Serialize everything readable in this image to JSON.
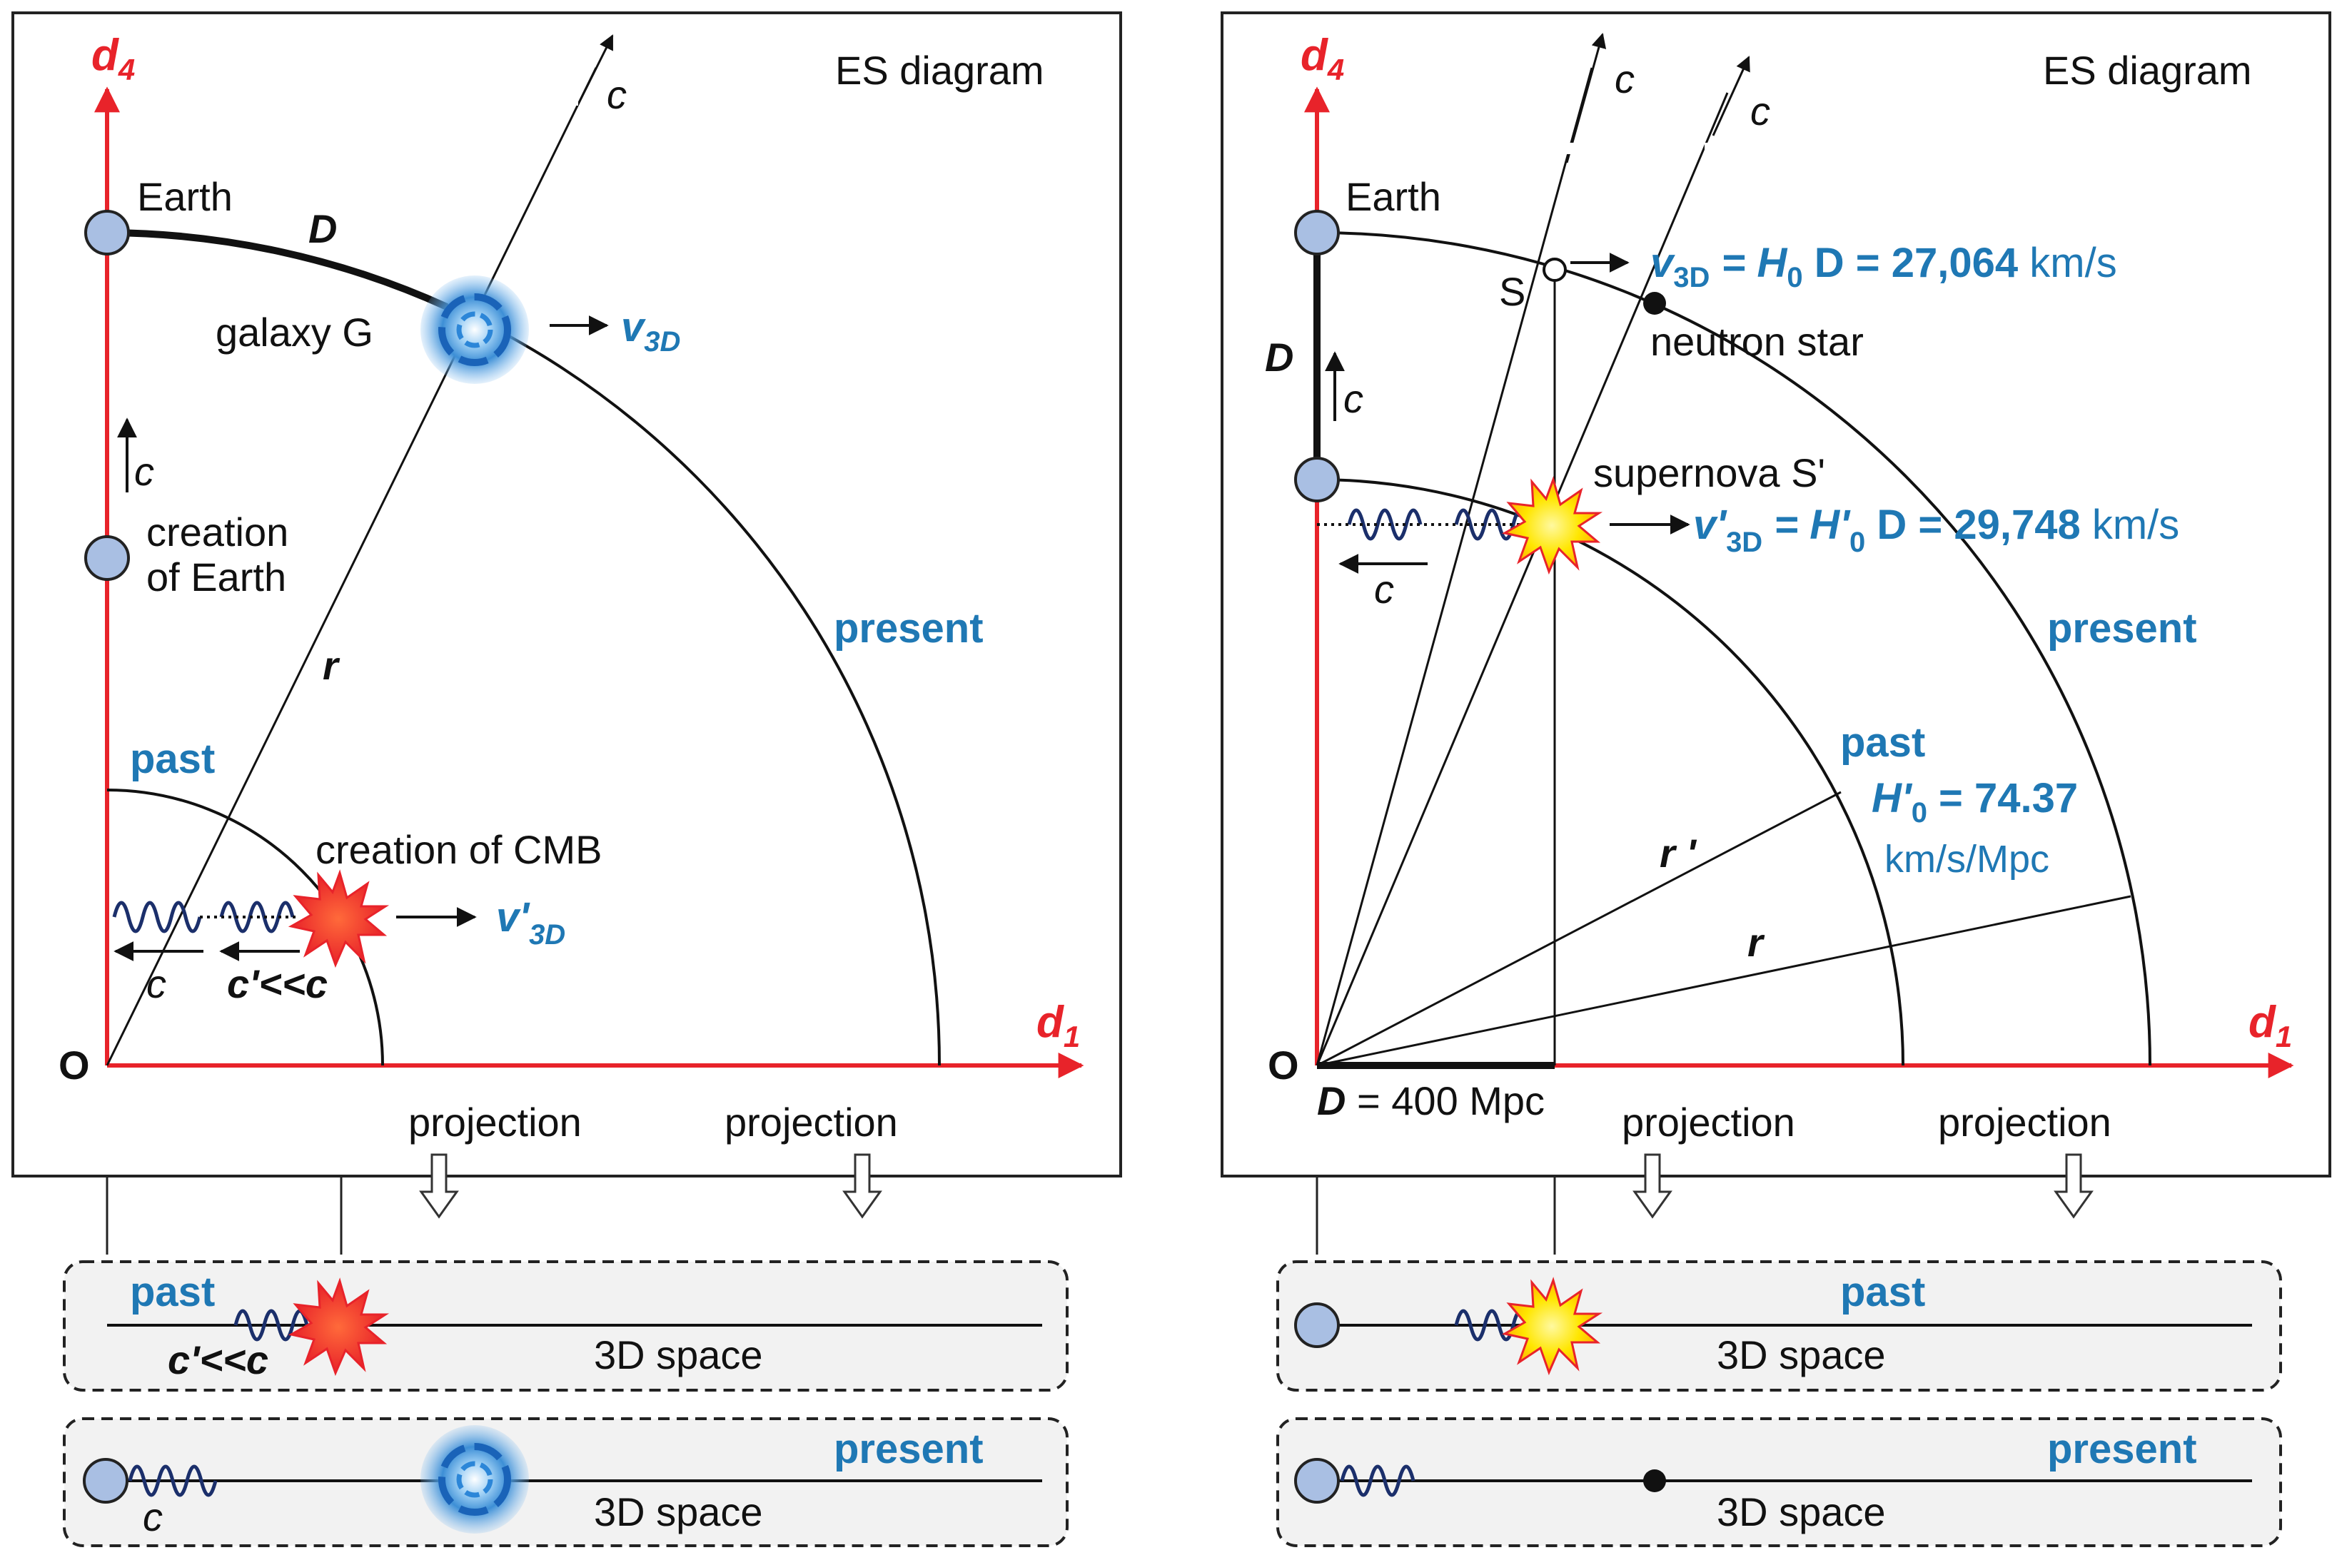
{
  "colors": {
    "axis": "#e8232a",
    "accent": "#1f78b4",
    "wave": "#1b2f6b",
    "earth": "#a9bfe3",
    "panel_fill": "#f2f2f2"
  },
  "left": {
    "title": "ES diagram",
    "axis_y": "d",
    "axis_y_sub": "4",
    "axis_x": "d",
    "axis_x_sub": "1",
    "origin": "O",
    "earth": "Earth",
    "D": "D",
    "galaxy": "galaxy G",
    "v3d": "v",
    "v3d_sub": "3D",
    "c_ray": "c",
    "c_up": "c",
    "creation_earth_1": "creation",
    "creation_earth_2": "of Earth",
    "r": "r",
    "present": "present",
    "past": "past",
    "creation_cmb": "creation of CMB",
    "v3d_prime": "v'",
    "v3d_prime_sub": "3D",
    "c_left": "c",
    "c_prime": "c'<<c",
    "projection_1": "projection",
    "projection_2": "projection",
    "box1_label": "past",
    "box1_c": "c'<<c",
    "box1_space": "3D space",
    "box2_label": "present",
    "box2_c": "c",
    "box2_space": "3D space"
  },
  "right": {
    "title": "ES diagram",
    "axis_y": "d",
    "axis_y_sub": "4",
    "axis_x": "d",
    "axis_x_sub": "1",
    "origin": "O",
    "earth": "Earth",
    "c_ray1": "c",
    "c_ray2": "c",
    "S": "S",
    "v3d_eq": "v",
    "v3d_eq_sub": "3D",
    "v3d_eq_rest": " = H",
    "v3d_eq_h_sub": "0",
    "v3d_eq_d": " D = 27,064",
    "v3d_eq_unit": " km/s",
    "neutron_star": "neutron star",
    "D": "D",
    "c_up": "c",
    "supernova": "supernova S'",
    "vp_eq": "v'",
    "vp_eq_sub": "3D",
    "vp_eq_rest": " = H'",
    "vp_eq_h_sub": "0",
    "vp_eq_d": " D = 29,748",
    "vp_eq_unit": " km/s",
    "c_left": "c",
    "present": "present",
    "past": "past",
    "h0p": "H'",
    "h0p_sub": "0",
    "h0p_val": " = 74.37",
    "h0p_unit": "km/s/Mpc",
    "r_prime": "r '",
    "r": "r",
    "dist_D": "D",
    "dist_val": " = 400 Mpc",
    "projection_1": "projection",
    "projection_2": "projection",
    "box1_label": "past",
    "box1_space": "3D space",
    "box2_label": "present",
    "box2_space": "3D space"
  }
}
